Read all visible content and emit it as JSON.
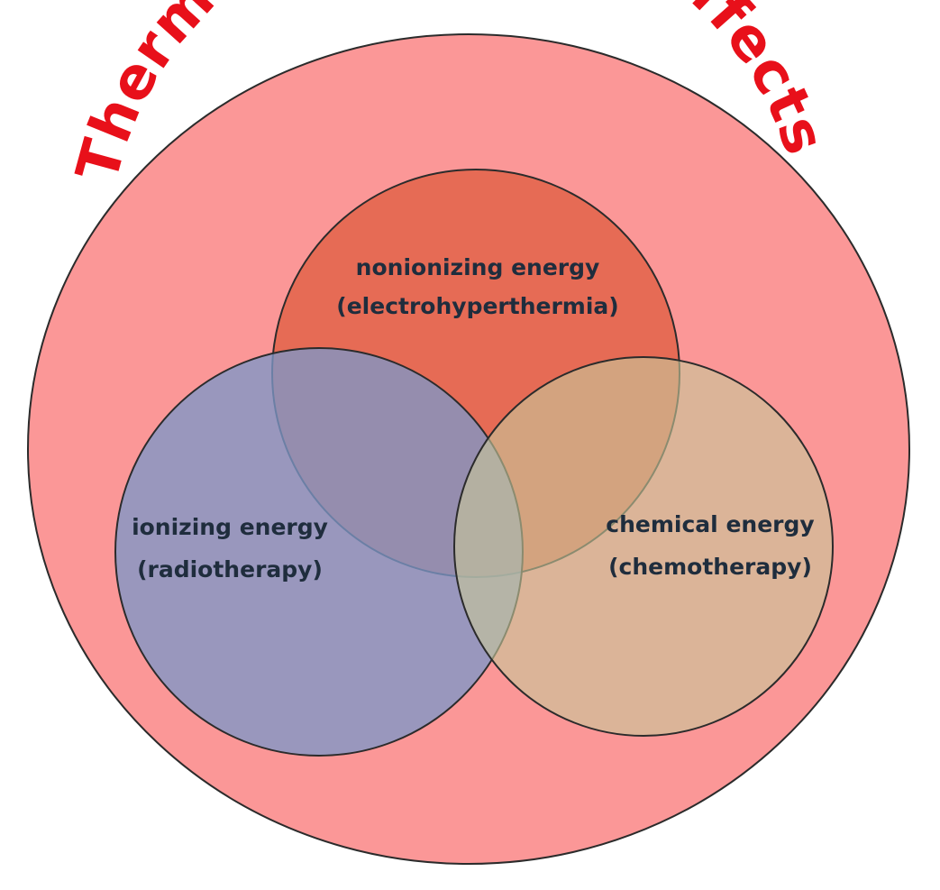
{
  "diagram": {
    "title": "Thermal conditional effects",
    "colors": {
      "outer_fill": "#fb9797",
      "title_text": "#e8101a",
      "top_circle_fill": "#de5a3c",
      "left_circle_fill": "#7e97c8",
      "right_circle_fill": "#c7c79a",
      "label_text": "#1f2d3d"
    },
    "sets": {
      "top": {
        "line1": "nonionizing energy",
        "line2": "(electrohyperthermia)"
      },
      "left": {
        "line1": "ionizing energy",
        "line2": "(radiotherapy)"
      },
      "right": {
        "line1": "chemical energy",
        "line2": "(chemotherapy)"
      }
    }
  }
}
